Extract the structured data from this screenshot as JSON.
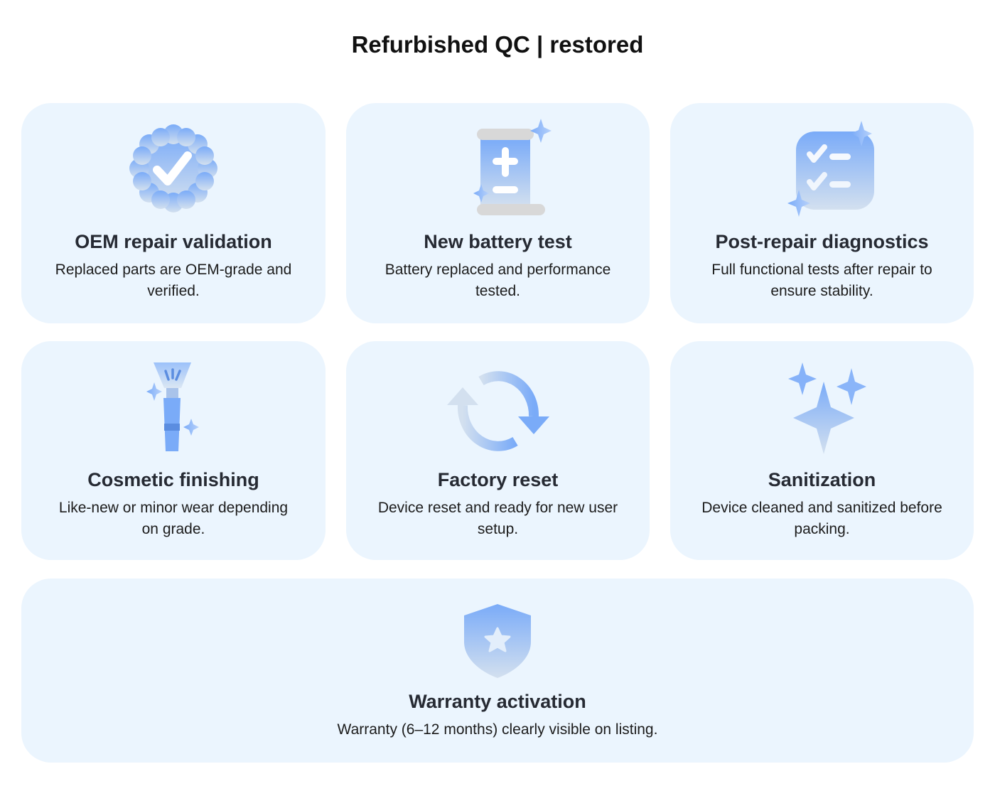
{
  "header": {
    "title": "Refurbished QC | restored"
  },
  "colors": {
    "card_bg": "#ebf5fe",
    "icon_top": "#7aabf8",
    "icon_bottom": "#d3e0ef"
  },
  "cards": [
    {
      "icon": "verified-badge-icon",
      "title": "OEM repair validation",
      "description": "Replaced parts are OEM-grade and verified."
    },
    {
      "icon": "battery-scroll-icon",
      "title": "New battery test",
      "description": "Battery replaced and performance tested."
    },
    {
      "icon": "checklist-icon",
      "title": "Post-repair diagnostics",
      "description": "Full functional tests after repair to ensure stability."
    },
    {
      "icon": "brush-icon",
      "title": "Cosmetic finishing",
      "description": "Like-new or minor wear depending on grade."
    },
    {
      "icon": "refresh-icon",
      "title": "Factory reset",
      "description": "Device reset and ready for new user setup."
    },
    {
      "icon": "sparkles-icon",
      "title": "Sanitization",
      "description": "Device cleaned and sanitized before packing."
    },
    {
      "icon": "shield-star-icon",
      "title": "Warranty activation",
      "description": "Warranty (6–12 months) clearly visible on listing."
    }
  ]
}
